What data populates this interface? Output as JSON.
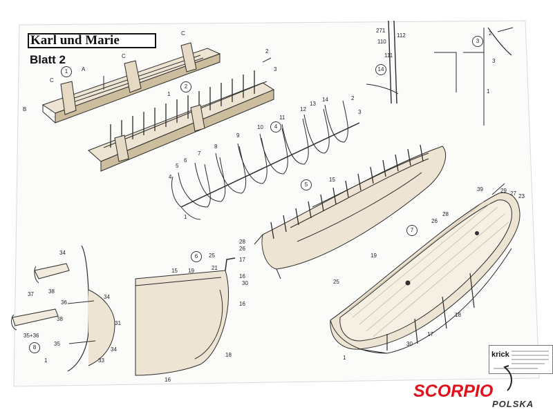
{
  "sheet": {
    "title": "Karl und Marie",
    "subtitle": "Blatt 2"
  },
  "step_labels": [
    "1",
    "2",
    "3",
    "4",
    "5",
    "6",
    "7",
    "8",
    "14"
  ],
  "part_labels": {
    "s1_a": "A",
    "s1_b": "B",
    "s1_c1": "C",
    "s1_c2": "C",
    "s1_c3": "C",
    "s2_1": "1",
    "s2_2": "2",
    "s2_3": "3",
    "s3_2": "2",
    "s3_3": "3",
    "s3_1": "1",
    "s14_271": "271",
    "s14_112": "112",
    "s14_110": "110",
    "s14_111": "111",
    "s4_14": "14",
    "s4_13": "13",
    "s4_12": "12",
    "s4_11": "11",
    "s4_10": "10",
    "s4_9": "9",
    "s4_8": "8",
    "s4_7": "7",
    "s4_6": "6",
    "s4_5": "5",
    "s4_4": "4",
    "s4_1": "1",
    "s4_2": "2",
    "s4_3": "3",
    "s5_15": "15",
    "s6_15": "15",
    "s6_19": "19",
    "s6_25": "25",
    "s6_28": "28",
    "s6_26": "26",
    "s6_17": "17",
    "s6_21": "21",
    "s6_16a": "16",
    "s6_30": "30",
    "s6_16b": "16",
    "s6_18": "18",
    "s6_16c": "16",
    "s7_39": "39",
    "s7_29": "29",
    "s7_27": "27",
    "s7_23": "23",
    "s7_28": "28",
    "s7_26": "26",
    "s7_19": "19",
    "s7_25": "25",
    "s7_18": "18",
    "s7_17": "17",
    "s7_30": "30",
    "s7_1": "1",
    "s8_34a": "34",
    "s8_37": "37",
    "s8_38a": "38",
    "s8_36": "36",
    "s8_38b": "38",
    "s8_3536": "35+36",
    "s8_34b": "34",
    "s8_31": "31",
    "s8_35": "35",
    "s8_34c": "34",
    "s8_33": "33",
    "s8_1": "1"
  },
  "footer": {
    "krick_logo": "krick",
    "brand_main": "SCORPIO",
    "brand_sub": "POLSKA"
  },
  "colors": {
    "line": "#2a2a2a",
    "wood": "#d8c8ae",
    "brand_red": "#e0121b"
  }
}
